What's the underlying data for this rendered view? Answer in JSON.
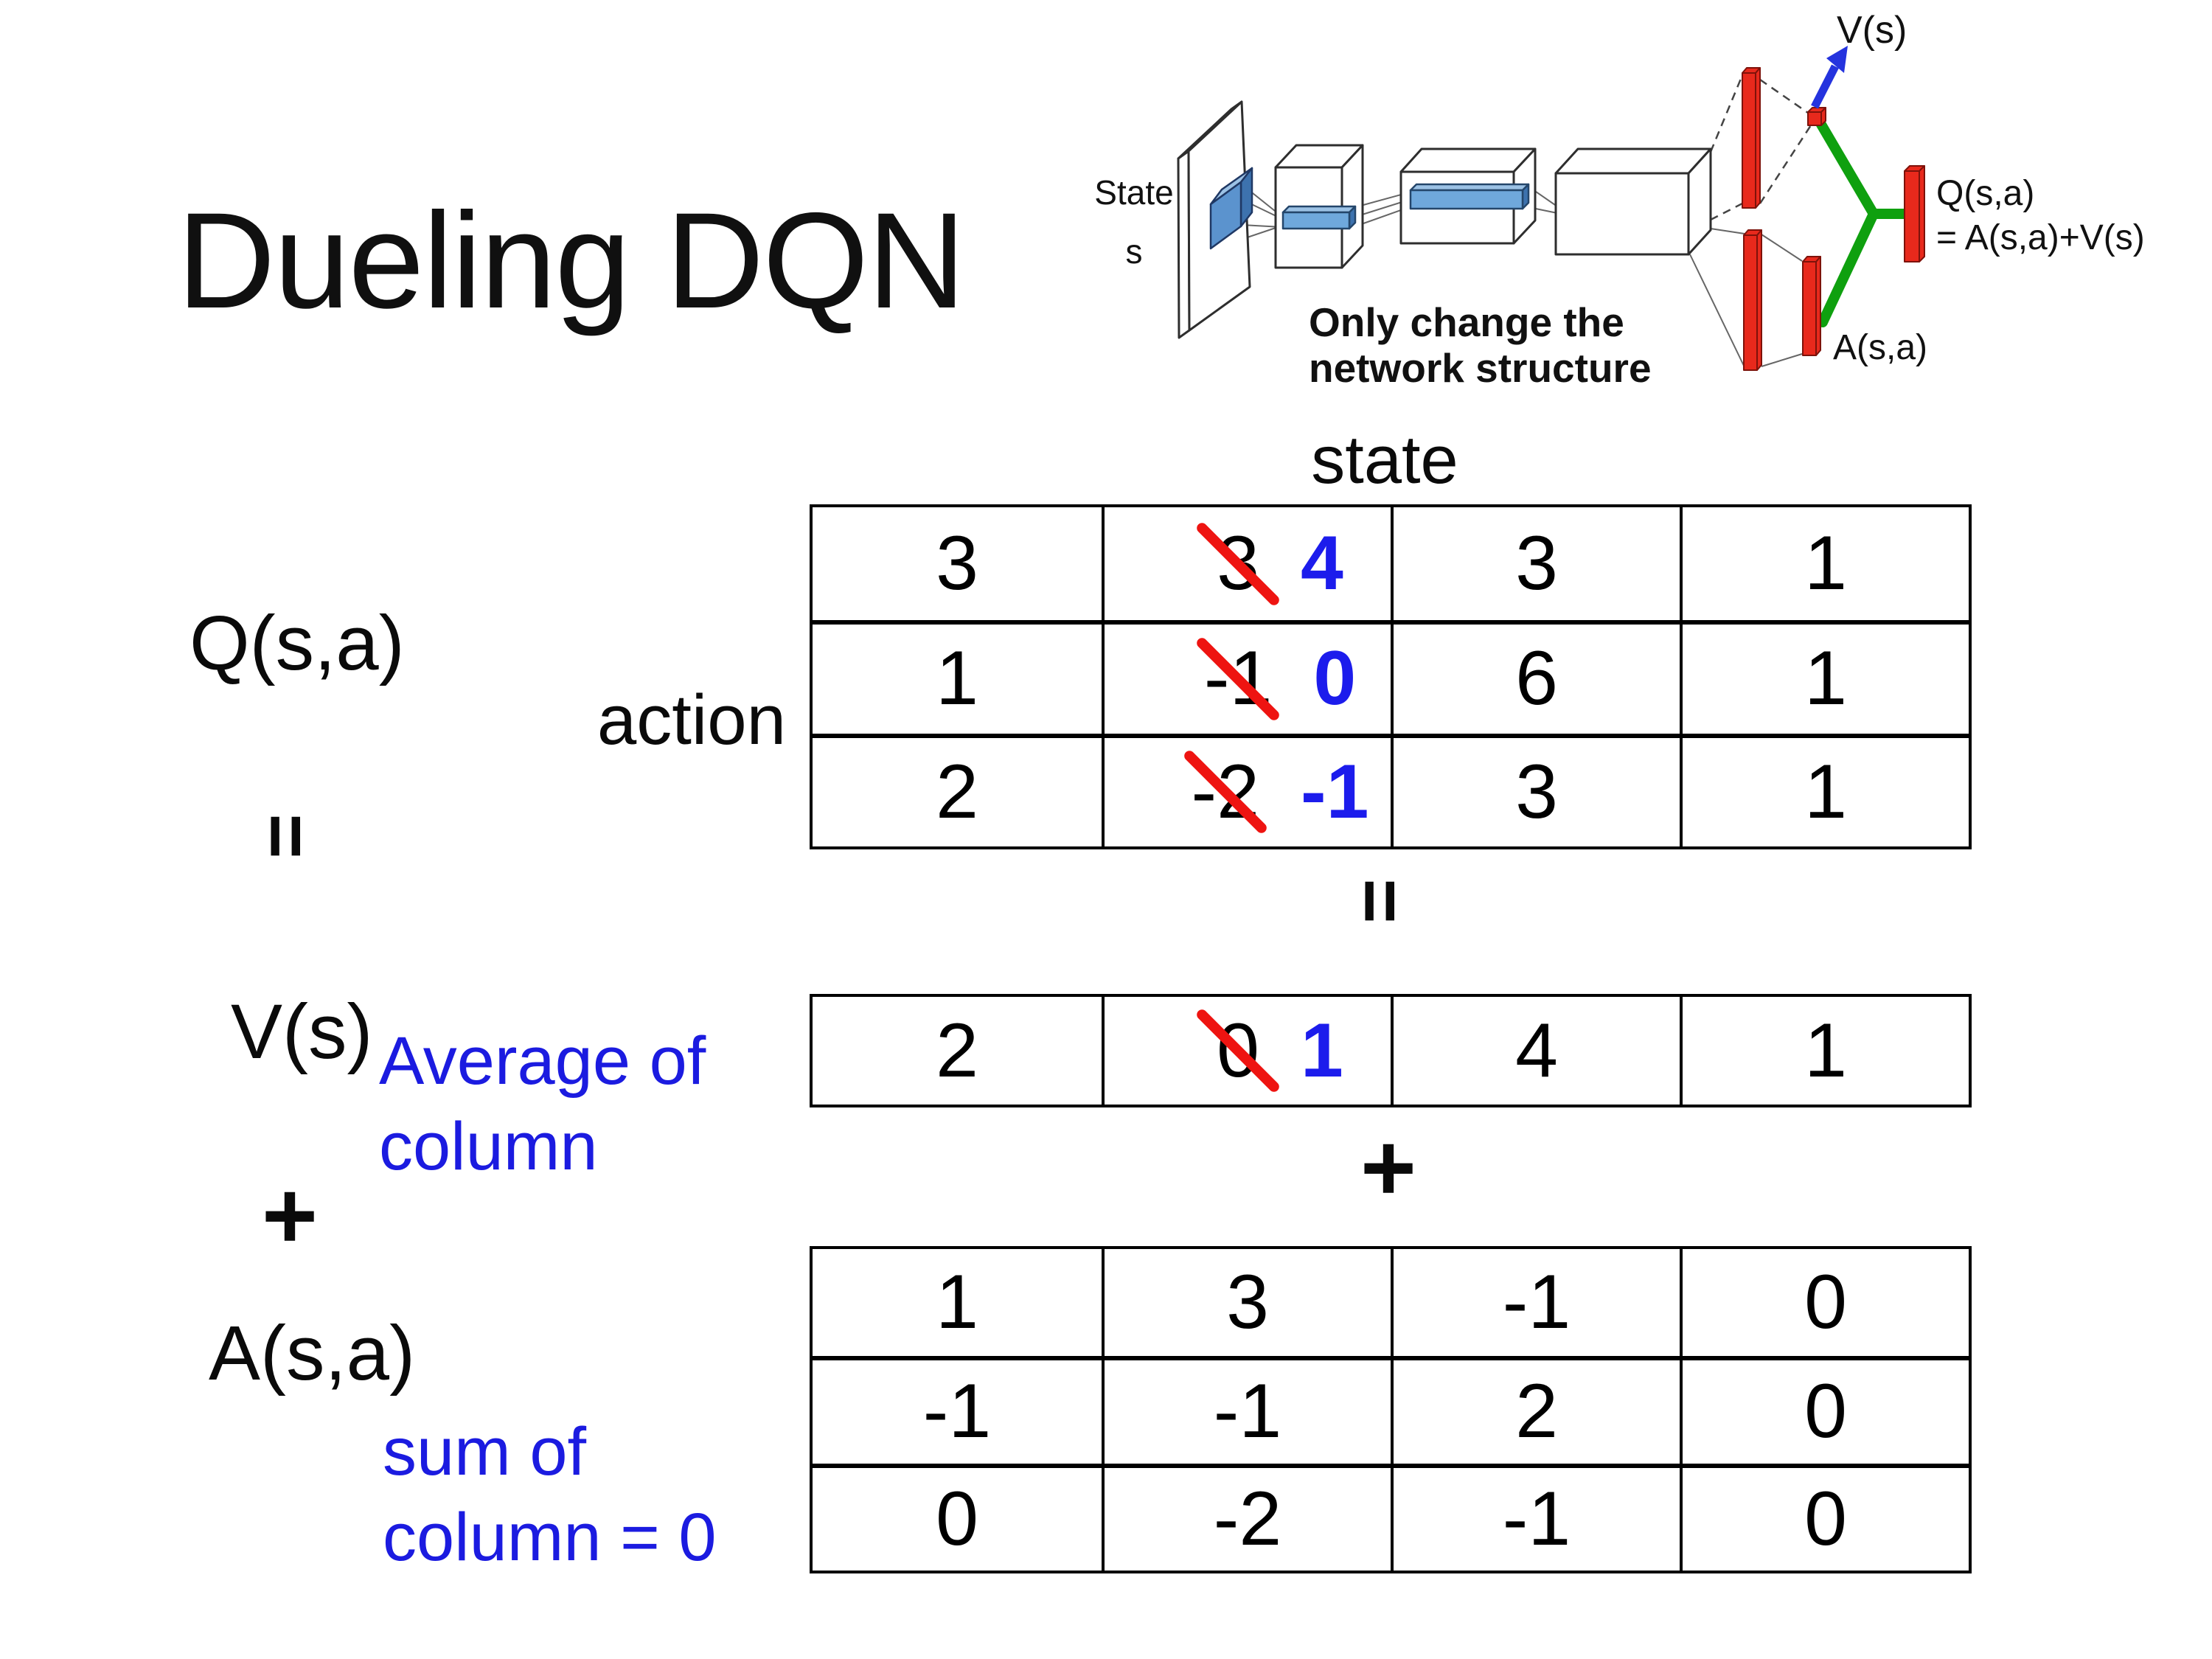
{
  "slide": {
    "title": "Dueling DQN"
  },
  "diagram": {
    "state_line1": "State",
    "state_line2": "s",
    "v_out_label": "V(s)",
    "q_out_label": "Q(s,a)",
    "q_out_formula": "= A(s,a)+V(s)",
    "a_out_label": "A(s,a)",
    "note_line1": "Only change the",
    "note_line2": "network structure",
    "colors": {
      "block_blue": "#6FA8DC",
      "block_blue_light": "#9CC2E5",
      "bar_red": "#E8291C",
      "bar_red_dark": "#7E120A",
      "link_green": "#0FA00F",
      "arrow_blue": "#2433DE",
      "note_blue": "#1B1BE0"
    }
  },
  "equation": {
    "q_label": "Q(s,a)",
    "action_label": "action",
    "state_label": "state",
    "equals": "=",
    "plus": "+",
    "v_label": "V(s)",
    "a_label": "A(s,a)",
    "v_note_line1": "Average of",
    "v_note_line2": "column",
    "a_note_line1": "sum of",
    "a_note_line2": "column = 0"
  },
  "q_table": {
    "rows": [
      [
        {
          "v": "3"
        },
        {
          "old": "3",
          "new": "4"
        },
        {
          "v": "3"
        },
        {
          "v": "1"
        }
      ],
      [
        {
          "v": "1"
        },
        {
          "old": "-1",
          "new": "0"
        },
        {
          "v": "6"
        },
        {
          "v": "1"
        }
      ],
      [
        {
          "v": "2"
        },
        {
          "old": "-2",
          "new": "-1"
        },
        {
          "v": "3"
        },
        {
          "v": "1"
        }
      ]
    ]
  },
  "v_table": {
    "rows": [
      [
        {
          "v": "2"
        },
        {
          "old": "0",
          "new": "1"
        },
        {
          "v": "4"
        },
        {
          "v": "1"
        }
      ]
    ]
  },
  "a_table": {
    "rows": [
      [
        {
          "v": "1"
        },
        {
          "v": "3"
        },
        {
          "v": "-1"
        },
        {
          "v": "0"
        }
      ],
      [
        {
          "v": "-1"
        },
        {
          "v": "-1"
        },
        {
          "v": "2"
        },
        {
          "v": "0"
        }
      ],
      [
        {
          "v": "0"
        },
        {
          "v": "-2"
        },
        {
          "v": "-1"
        },
        {
          "v": "0"
        }
      ]
    ]
  },
  "marks": {
    "strike_color": "#EE1411",
    "replacement_color": "#1C1CEC"
  }
}
